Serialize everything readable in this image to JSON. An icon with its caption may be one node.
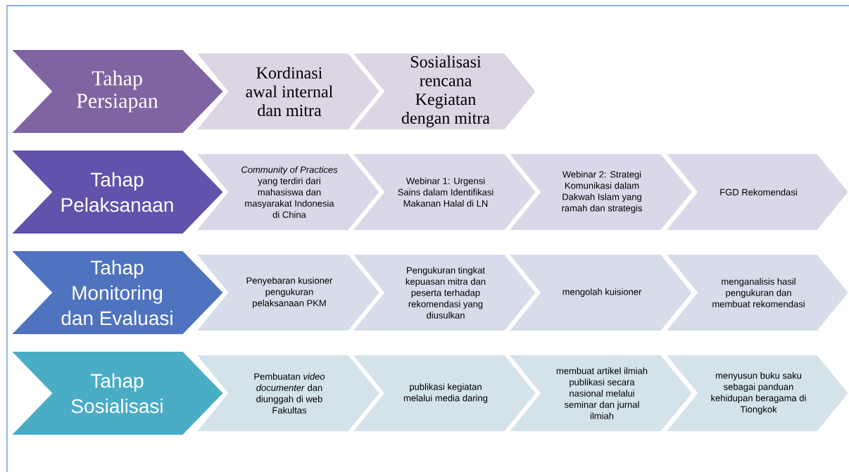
{
  "diagram": {
    "nodes": [
      {
        "text": [
          "Tahap Persiapan"
        ]
      },
      {
        "text": [
          "Kordinasi awal internal dan mitra"
        ]
      },
      {
        "text": [
          "Sosialisasi rencana Kegiatan dengan mitra"
        ]
      },
      {
        "text": [
          "Tahap Pelaksanaan"
        ]
      },
      {
        "text": [
          "*Community of Practices* yang terdiri dari mahasiswa dan masyarakat Indonesia di China"
        ]
      },
      {
        "text": [
          "Webinar 1: Urgensi Sains dalam Identifikasi Makanan Halal di LN"
        ]
      },
      {
        "text": [
          "Webinar 2: Strategi Komunikasi dalam Dakwah Islam yang ramah dan strategis"
        ]
      },
      {
        "text": [
          "FGD Rekomendasi"
        ]
      },
      {
        "text": [
          "Tahap Monitoring dan Evaluasi"
        ]
      },
      {
        "text": [
          "Penyebaran kusioner pengukuran pelaksanaan PKM"
        ]
      },
      {
        "text": [
          "Pengukuran tingkat kepuasan mitra  dan peserta terhadap rekomendasi yang diusulkan"
        ]
      },
      {
        "text": [
          "mengolah kuisioner"
        ]
      },
      {
        "text": [
          "menganalisis hasil pengukuran dan membuat rekomendasi"
        ]
      },
      {
        "text": [
          "Tahap Sosialisasi"
        ]
      },
      {
        "text": [
          "Pembuatan *video documenter* dan diunggah di web Fakultas"
        ]
      },
      {
        "text": [
          "publikasi kegiatan melalui media daring"
        ]
      },
      {
        "text": [
          "membuat artikel ilmiah publikasi secara nasional melalui seminar dan jurnal ilmiah"
        ]
      },
      {
        "text": [
          "menyusun buku saku sebagai panduan kehidupan beragama di Tiongkok"
        ]
      }
    ]
  }
}
